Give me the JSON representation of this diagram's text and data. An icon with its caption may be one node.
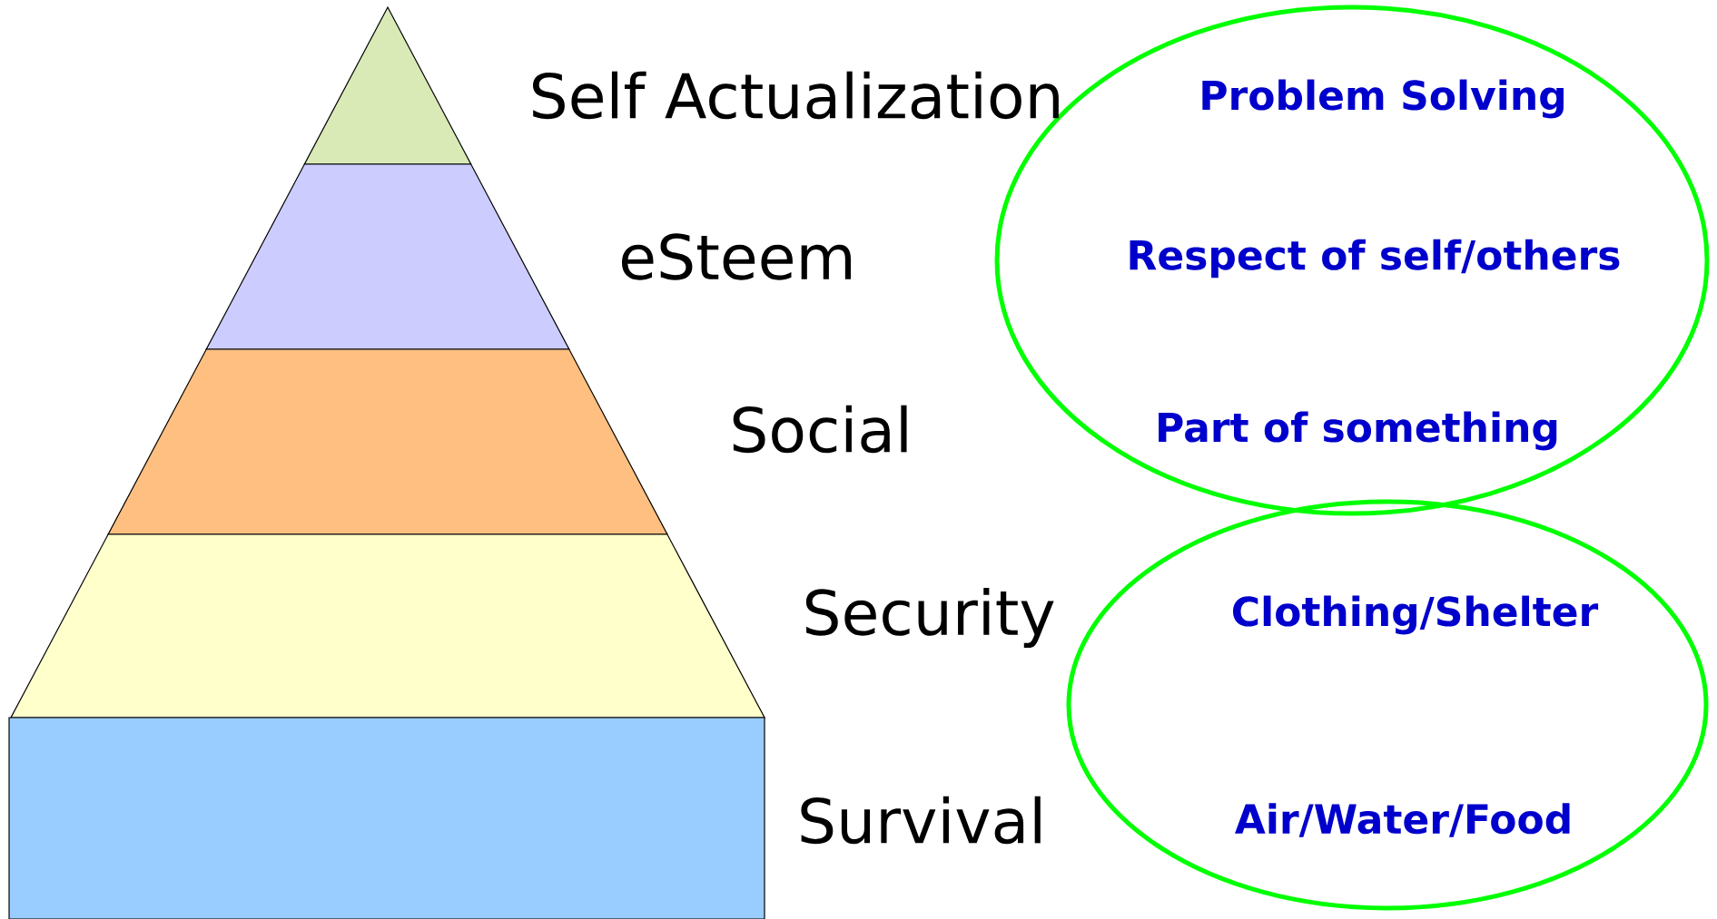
{
  "diagram": {
    "nodes": [
      {
        "text": [],
        "shape": "triangle"
      },
      {
        "text": [],
        "shape": "trapezoid",
        "beside": [
          "eSteem"
        ]
      },
      {
        "text": [],
        "shape": "trapezoid",
        "beside": [
          "Social"
        ]
      },
      {
        "text": [],
        "shape": "trapezoid",
        "beside": [
          "Security"
        ]
      },
      {
        "text": [],
        "shape": "box",
        "beside": [
          "Survival"
        ]
      },
      {
        "text": [
          "Problem Solving",
          "Respect of self/others",
          "Part of something"
        ]
      },
      {
        "text": [
          "Clothing/Shelter",
          "Air/Water/Food"
        ]
      }
    ],
    "labels": [
      "Self Actualization"
    ]
  }
}
